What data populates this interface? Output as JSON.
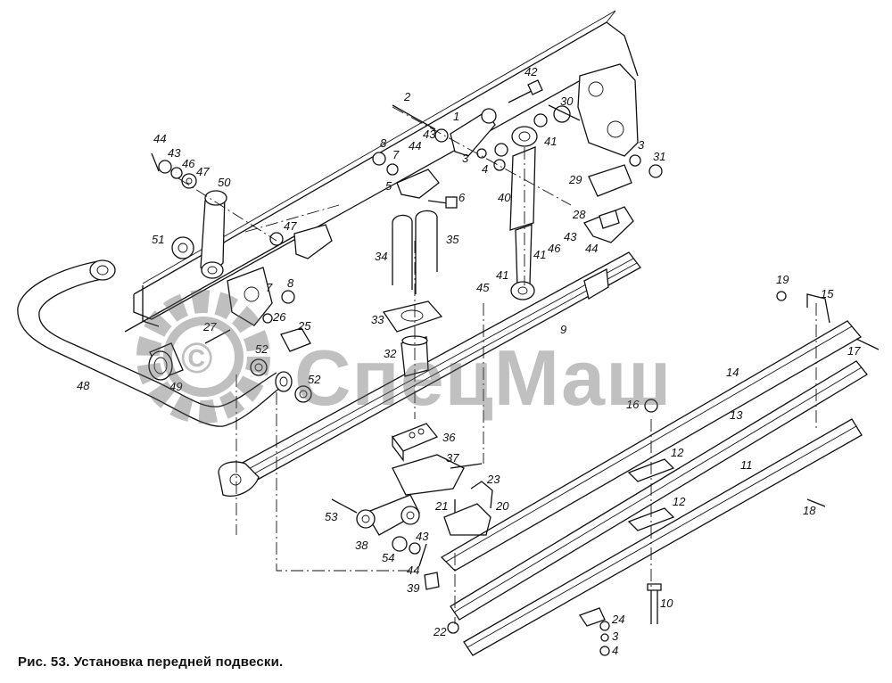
{
  "caption": "Рис. 53. Установка передней подвески.",
  "watermark_text": "СпецМаш",
  "watermark_symbol": "©",
  "watermark_color": "#5a5a5a",
  "part_labels": {
    "p1": "1",
    "p2": "2",
    "p3a": "3",
    "p3b": "3",
    "p3c": "3",
    "p4a": "4",
    "p4b": "4",
    "p5": "5",
    "p6": "6",
    "p7a": "7",
    "p7b": "7",
    "p8a": "8",
    "p8b": "8",
    "p9": "9",
    "p10": "10",
    "p11": "11",
    "p12a": "12",
    "p12b": "12",
    "p13": "13",
    "p14": "14",
    "p15": "15",
    "p16": "16",
    "p17": "17",
    "p18": "18",
    "p19": "19",
    "p20": "20",
    "p21": "21",
    "p22": "22",
    "p23": "23",
    "p24": "24",
    "p25": "25",
    "p26": "26",
    "p27": "27",
    "p28": "28",
    "p29": "29",
    "p30": "30",
    "p31": "31",
    "p32": "32",
    "p33": "33",
    "p34": "34",
    "p35": "35",
    "p36": "36",
    "p37": "37",
    "p38": "38",
    "p39": "39",
    "p40": "40",
    "p41a": "41",
    "p41b": "41",
    "p41c": "41",
    "p42": "42",
    "p43a": "43",
    "p43b": "43",
    "p43c": "43",
    "p43d": "43",
    "p44a": "44",
    "p44b": "44",
    "p44c": "44",
    "p44d": "44",
    "p45": "45",
    "p46a": "46",
    "p46b": "46",
    "p47a": "47",
    "p47b": "47",
    "p48": "48",
    "p49": "49",
    "p50": "50",
    "p51": "51",
    "p52a": "52",
    "p52b": "52",
    "p53": "53",
    "p54": "54"
  }
}
